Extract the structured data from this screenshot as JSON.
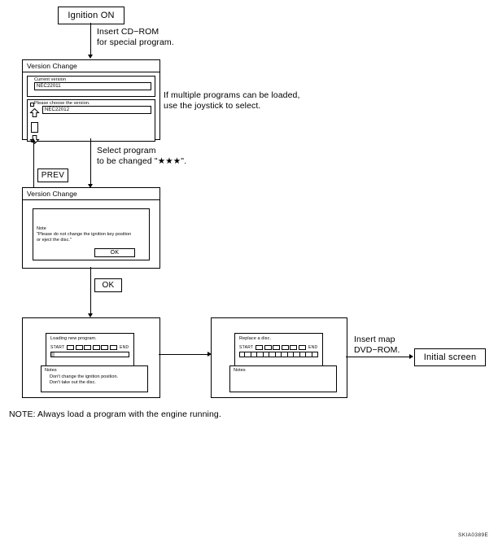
{
  "diagram": {
    "start_box": {
      "label": "Ignition ON"
    },
    "annotations": {
      "insert_cdrom": "Insert CD−ROM\nfor special program.",
      "multiple_programs": "If multiple programs can be loaded,\nuse the joystick to select.",
      "select_program": "Select program\nto be changed \"★★★\".",
      "insert_map": "Insert map\nDVD−ROM."
    },
    "version_window_1": {
      "title": "Version Change",
      "current_version_label": "Current version",
      "current_version_value": "NEC22011",
      "choose_label": "Please choose the version.",
      "choose_value": "NEC22012",
      "scroll_up_icon": "arrow-up-icon",
      "scroll_down_icon": "arrow-down-icon"
    },
    "prev_button": {
      "label": "PREV"
    },
    "version_window_2": {
      "title": "Version Change",
      "note_text": "Note\n\"Please do not change the ignition key position\nor eject the disc.\"",
      "ok_label": "OK"
    },
    "ok_button": {
      "label": "OK"
    },
    "loading_panel": {
      "screen_title": "Loading new program.",
      "start_label": "START",
      "end_label": "END",
      "block_count": 6,
      "progress_percent": 4,
      "notes_title": "Notes",
      "notes_items": [
        "Don't change the ignition position.",
        "Don't take out the disc."
      ]
    },
    "replace_panel": {
      "screen_title": "Replace a disc.",
      "start_label": "START",
      "end_label": "END",
      "block_count": 6,
      "segment_count": 13,
      "notes_title": "Notes",
      "notes_items": []
    },
    "initial_screen_box": {
      "label": "Initial screen"
    },
    "footer_note": "NOTE: Always load a program with the engine running.",
    "figure_id": "SKIA0389E"
  }
}
